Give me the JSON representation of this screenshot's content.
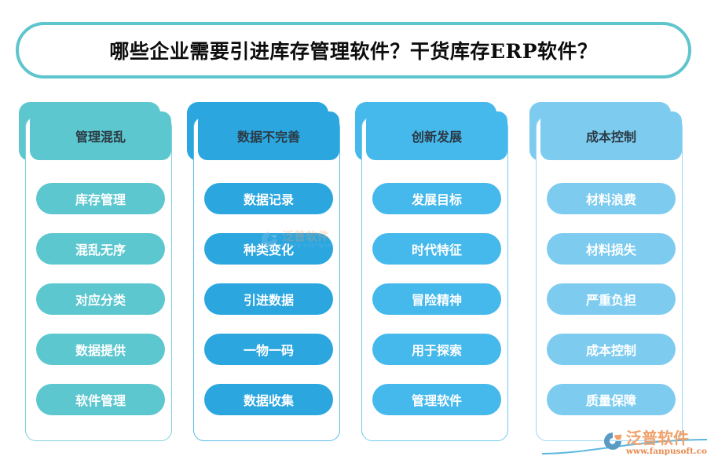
{
  "page": {
    "title": "哪些企业需要引进库存管理软件？干货库存ERP软件？",
    "background_color": "#ffffff",
    "title_border_color": "#5fc5cd"
  },
  "columns": [
    {
      "id": "management-chaos",
      "header": "管理混乱",
      "color": "#5cc7ce",
      "plate_color": "#5cc7ce",
      "outline_color": "#7fd3d9",
      "items": [
        {
          "label": "库存管理"
        },
        {
          "label": "混乱无序"
        },
        {
          "label": "对应分类"
        },
        {
          "label": "数据提供"
        },
        {
          "label": "软件管理"
        }
      ]
    },
    {
      "id": "incomplete-data",
      "header": "数据不完善",
      "color": "#2ba6df",
      "plate_color": "#2ba6df",
      "outline_color": "#5bbce8",
      "items": [
        {
          "label": "数据记录"
        },
        {
          "label": "种类变化"
        },
        {
          "label": "引进数据"
        },
        {
          "label": "一物一码"
        },
        {
          "label": "数据收集"
        }
      ]
    },
    {
      "id": "innovation-development",
      "header": "创新发展",
      "color": "#45b8ec",
      "plate_color": "#45b8ec",
      "outline_color": "#74caf1",
      "items": [
        {
          "label": "发展目标"
        },
        {
          "label": "时代特征"
        },
        {
          "label": "冒险精神"
        },
        {
          "label": "用于探索"
        },
        {
          "label": "管理软件"
        }
      ]
    },
    {
      "id": "cost-control",
      "header": "成本控制",
      "color": "#7dccf0",
      "plate_color": "#7dccf0",
      "outline_color": "#9bd8f4",
      "items": [
        {
          "label": "材料浪费"
        },
        {
          "label": "材料损失"
        },
        {
          "label": "严重负担"
        },
        {
          "label": "成本控制"
        },
        {
          "label": "质量保障"
        }
      ]
    }
  ],
  "watermark": {
    "name": "泛普软件",
    "subtitle": "FANPU SOFTWARE"
  },
  "logo": {
    "name": "泛普软件",
    "url": "www.fanpusoft.com",
    "accent_color": "#f0a06a",
    "swoosh_color": "#5bb8e0"
  }
}
